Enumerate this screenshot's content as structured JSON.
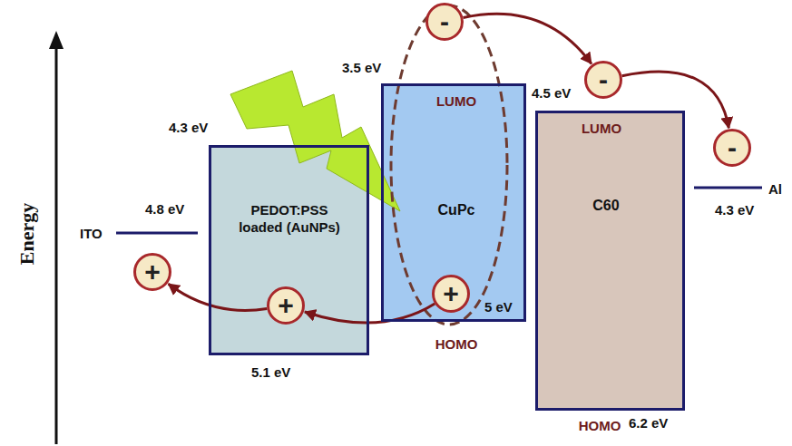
{
  "diagram": {
    "nodes": [
      {
        "text": [
          "-"
        ]
      },
      {
        "text": [
          "LUMO",
          "CuPc",
          "HOMO"
        ]
      },
      {
        "text": [
          "-"
        ]
      },
      {
        "text": [
          "LUMO",
          "C60",
          "HOMO"
        ]
      },
      {
        "text": [
          "-"
        ]
      },
      {
        "text": [
          "PEDOT:PSS loaded (AuNPs)"
        ]
      },
      {
        "text": [
          "+"
        ]
      },
      {
        "text": [
          "+"
        ],
        "in": 5
      },
      {
        "text": [
          "+"
        ],
        "in": 1
      }
    ],
    "edges": [
      {
        "from": 0,
        "to": 2,
        "arrow": "to"
      },
      {
        "from": 2,
        "to": 4,
        "arrow": "to"
      },
      {
        "from": 8,
        "to": 7,
        "arrow": "to"
      },
      {
        "from": 7,
        "to": 6,
        "arrow": "to"
      }
    ],
    "labels": [
      "3.5 eV",
      "4.5 eV",
      "4.3 eV",
      "4.8 eV",
      "ITO",
      "Al",
      "4.3 eV",
      "5 eV",
      "5.1 eV",
      "6.2 eV",
      "Energy"
    ]
  }
}
